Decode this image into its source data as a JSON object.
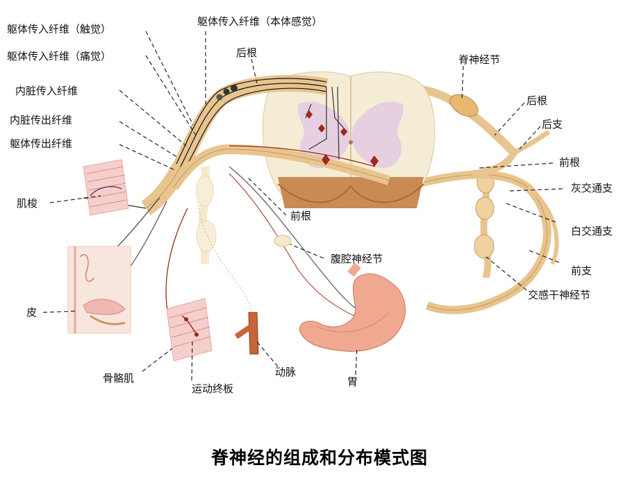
{
  "labels": {
    "somatic_afferent_touch": "躯体传入纤维（触觉）",
    "somatic_afferent_proprio": "躯体传入纤维（本体感觉）",
    "somatic_afferent_pain": "躯体传入纤维（痛觉）",
    "visceral_afferent": "内脏传入纤维",
    "visceral_efferent": "内脏传出纤维",
    "somatic_efferent": "躯体传出纤维",
    "dorsal_root_left": "后根",
    "spinal_ganglion": "脊神经节",
    "dorsal_root_right": "后根",
    "dorsal_ramus": "后支",
    "ventral_root_right": "前根",
    "gray_ramus": "灰交通支",
    "white_ramus": "白交通支",
    "ventral_ramus": "前支",
    "sympathetic_ganglion": "交感干神经节",
    "ventral_root_center": "前根",
    "celiac_ganglion": "腹腔神经节",
    "muscle_spindle": "肌梭",
    "skin": "皮",
    "skeletal_muscle": "骨骼肌",
    "motor_end_plate": "运动终板",
    "artery": "动脉",
    "stomach": "胃"
  },
  "caption": "脊神经的组成和分布模式图",
  "colors": {
    "nerve": "#e8c48e",
    "nerve_edge": "#c89a5c",
    "cord_white": "#f5ecd5",
    "cord_gray": "#e6cfe0",
    "cord_base": "#c98a54",
    "muscle": "#f2c2c0",
    "stomach": "#f0a990",
    "artery": "#b8562d",
    "fiber_dark": "#333333",
    "fiber_red": "#9a2a1a"
  },
  "icons": {
    "spinal_cord": "spinal-cord-cross-section",
    "stomach": "stomach-organ",
    "artery": "artery-segment",
    "muscle": "muscle-tissue",
    "skin": "skin-section"
  }
}
